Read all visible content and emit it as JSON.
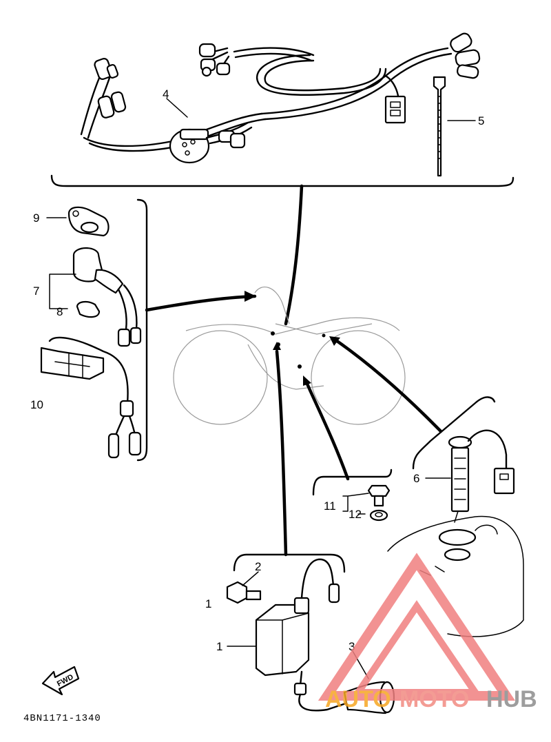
{
  "callouts": {
    "c1a": "1",
    "c1b": "1",
    "c2": "2",
    "c3": "3",
    "c4": "4",
    "c5": "5",
    "c6": "6",
    "c7": "7",
    "c8": "8",
    "c9": "9",
    "c10": "10",
    "c11": "11",
    "c12": "12"
  },
  "fwd_label": "FWD",
  "diagram_code": "4BN1171-1340",
  "watermark": {
    "part1": "AUTO",
    "part2": "MOTO",
    "part3": "HUB",
    "color_triangle": "#f08080",
    "color_auto": "#f6a623",
    "color_moto": "#f28b82",
    "color_hub": "#8c8c8c"
  }
}
